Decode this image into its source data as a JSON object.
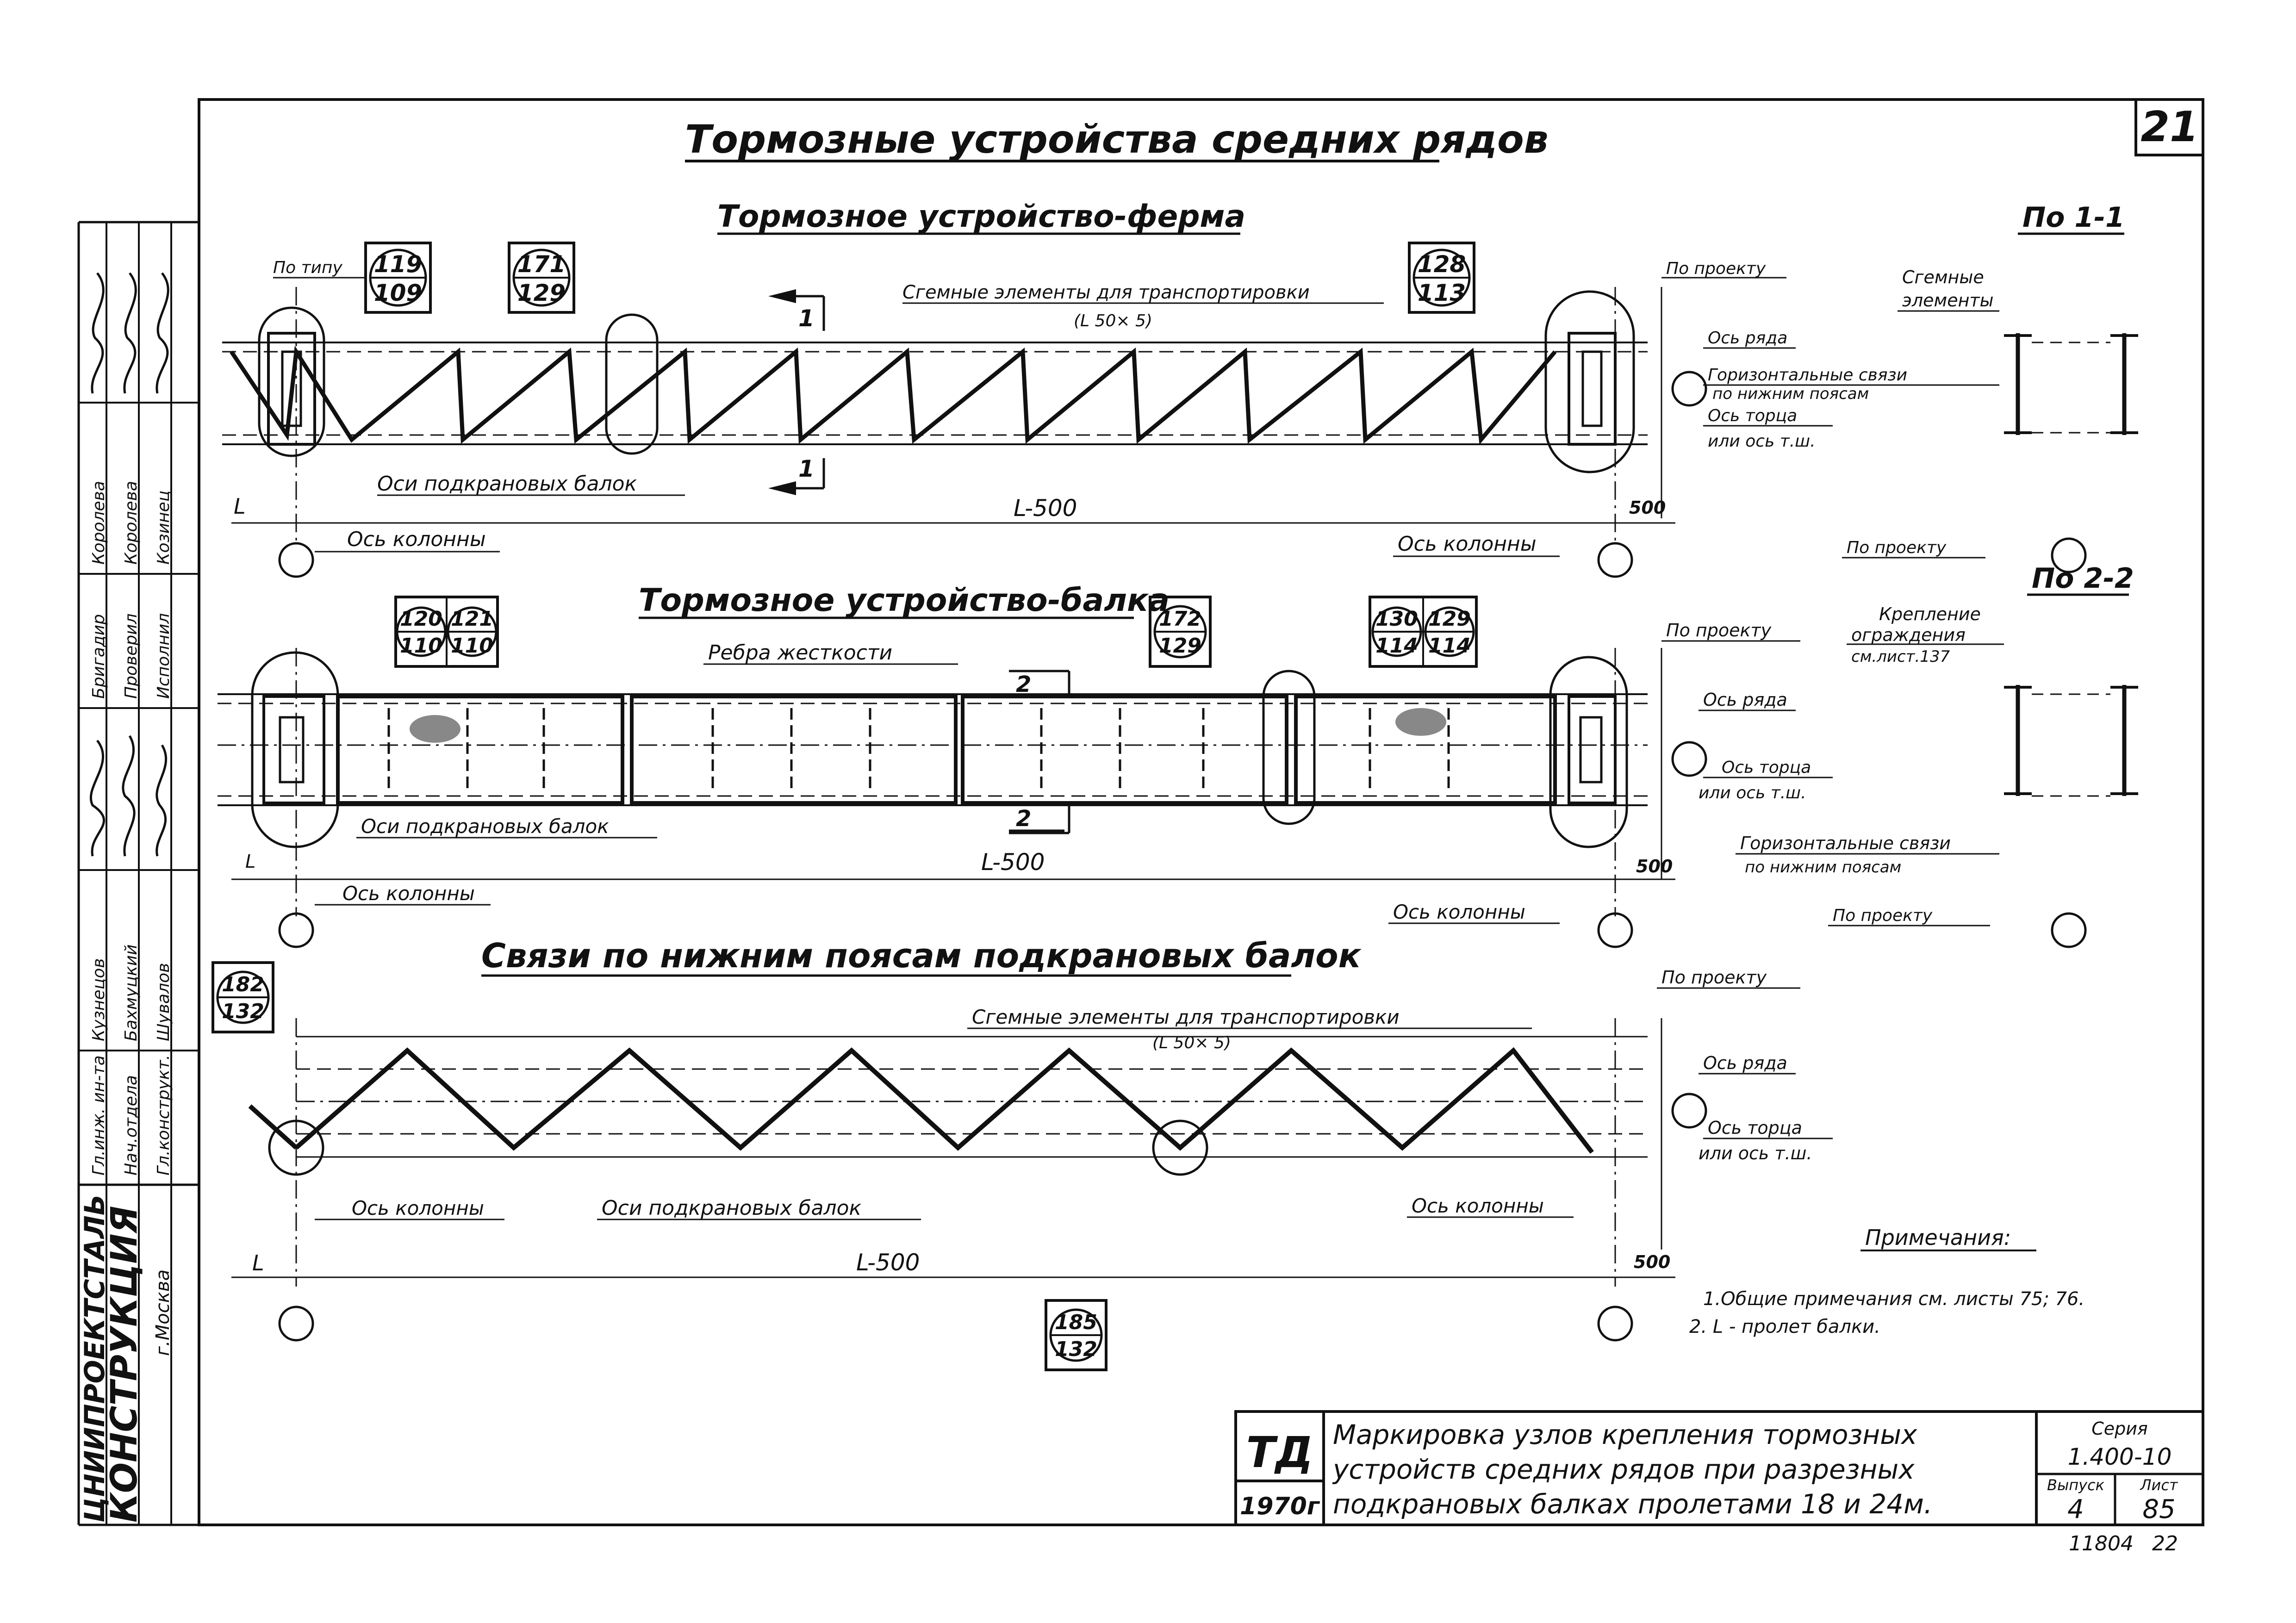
{
  "sheet_number": "21",
  "main_title": "Тормозные устройства средних рядов",
  "sections": {
    "truss": {
      "title": "Тормозное устройство-ферма",
      "tags": [
        {
          "top": "119",
          "bottom": "109"
        },
        {
          "top": "171",
          "bottom": "129"
        },
        {
          "top": "128",
          "bottom": "113"
        }
      ],
      "by_type": "По типу",
      "removable": "Сгемные элементы для транспортировки",
      "removable_size": "(L 50× 5)",
      "cut_mark": "1",
      "crane_beam_axes": "Оси подкрановых балок",
      "column_axis_left": "Ось колонны",
      "column_axis_right": "Ось колонны",
      "dim_left": "L",
      "dim_span": "L-500",
      "dim_right": "500",
      "by_project": "По проекту",
      "row_axis": "Ось ряда",
      "horizontal_ties_1": "Горизонтальные связи",
      "horizontal_ties_2": "по нижним поясам",
      "end_axis_1": "Ось торца",
      "end_axis_2": "или ось т.ш."
    },
    "beam": {
      "title": "Тормозное устройство-балка",
      "tags": [
        {
          "top": "120",
          "bottom": "110"
        },
        {
          "top": "121",
          "bottom": "110"
        },
        {
          "top": "172",
          "bottom": "129"
        },
        {
          "top": "130",
          "bottom": "114"
        },
        {
          "top": "129",
          "bottom": "114"
        }
      ],
      "stiffeners": "Ребра жесткости",
      "cut_mark": "2",
      "crane_beam_axes": "Оси подкрановых балок",
      "column_axis_left": "Ось колонны",
      "column_axis_right": "Ось колонны",
      "dim_left": "L",
      "dim_span": "L-500",
      "dim_right": "500",
      "by_project": "По проекту",
      "row_axis": "Ось ряда",
      "end_axis_1": "Ось торца",
      "end_axis_2": "или ось т.ш."
    },
    "bracing": {
      "title": "Связи по нижним поясам подкрановых балок",
      "tags": [
        {
          "top": "182",
          "bottom": "132"
        },
        {
          "top": "185",
          "bottom": "132"
        }
      ],
      "removable": "Сгемные элементы для транспортировки",
      "removable_size": "(L 50× 5)",
      "crane_beam_axes": "Оси подкрановых балок",
      "column_axis_left": "Ось колонны",
      "column_axis_right": "Ось колонны",
      "dim_left": "L",
      "dim_span": "L-500",
      "dim_right": "500",
      "by_project": "По проекту",
      "row_axis": "Ось ряда",
      "end_axis_1": "Ось торца",
      "end_axis_2": "или ось т.ш."
    }
  },
  "section_1_1": {
    "title": "По 1-1",
    "removable_1": "Сгемные",
    "removable_2": "элементы",
    "by_project": "По проекту"
  },
  "section_2_2": {
    "title": "По 2-2",
    "fence_1": "Крепление",
    "fence_2": "ограждения",
    "fence_3": "см.лист.137",
    "ties_1": "Горизонтальные связи",
    "ties_2": "по нижним поясам",
    "by_project": "По проекту"
  },
  "notes": {
    "heading": "Примечания:",
    "items": [
      "1.Общие примечания см. листы 75; 76.",
      "2. L - пролет балки."
    ]
  },
  "stamp": {
    "org_1": "ЦНИИПРОЕКТСТАЛЬ",
    "org_2": "КОНСТРУКЦИЯ",
    "city": "г.Москва",
    "roles": [
      {
        "role": "Гл.инж. ин-та",
        "name": "Кузнецов"
      },
      {
        "role": "Нач.отдела",
        "name": "Бахмуцкий"
      },
      {
        "role": "Гл.конструкт.",
        "name": "Шувалов"
      },
      {
        "role": "Бригадир",
        "name": "Королева"
      },
      {
        "role": "Проверил",
        "name": "Королева"
      },
      {
        "role": "Исполнил",
        "name": "Козинец"
      }
    ]
  },
  "title_block": {
    "td": "ТД",
    "year": "1970г",
    "description_1": "Маркировка узлов крепления тормозных",
    "description_2": "устройств средних рядов при разрезных",
    "description_3": "подкрановых балках пролетами 18 и 24м.",
    "series_label": "Серия",
    "series_value": "1.400-10",
    "issue_label": "Выпуск",
    "issue_value": "4",
    "sheet_label": "Лист",
    "sheet_value": "85",
    "footer_left": "11804",
    "footer_right": "22"
  }
}
